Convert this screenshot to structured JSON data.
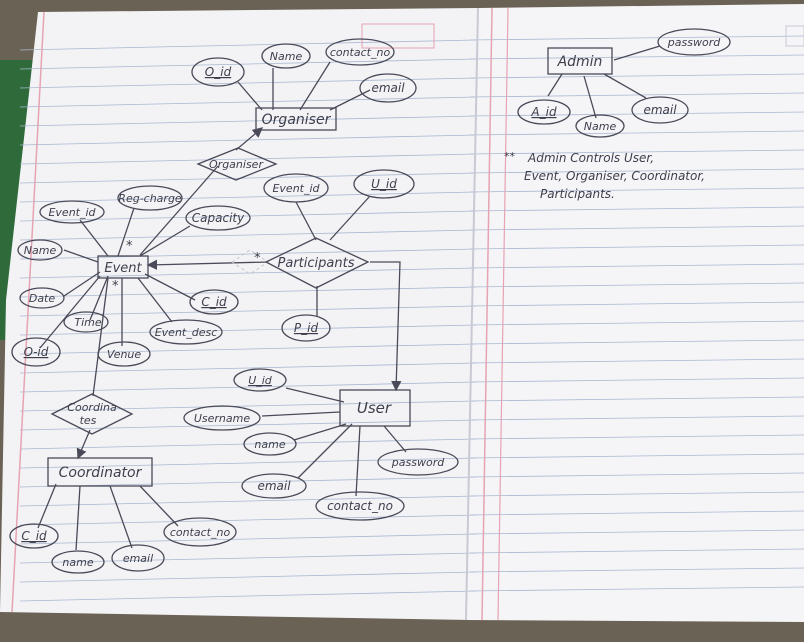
{
  "left_page": {
    "entities": {
      "organiser": "Organiser",
      "event": "Event",
      "user": "User",
      "coordinator": "Coordinator"
    },
    "relationships": {
      "organiser_rel": "Organiser",
      "participants_rel": "Participants",
      "coordinates_rel_line1": "Coordina",
      "coordinates_rel_line2": "tes"
    },
    "organiser_attributes": {
      "o_id": "O_id",
      "name": "Name",
      "contact_no": "contact_no",
      "email": "email"
    },
    "event_attributes": {
      "event_id": "Event_id",
      "reg_charge": "Reg-charge",
      "capacity": "Capacity",
      "name": "Name",
      "date": "Date",
      "time": "Time",
      "o_id": "O-id",
      "venue": "Venue",
      "event_desc": "Event_desc",
      "c_id": "C_id"
    },
    "participants_attributes": {
      "event_id": "Event_id",
      "u_id": "U_id",
      "p_id": "P_id"
    },
    "user_attributes": {
      "u_id": "U_id",
      "username": "Username",
      "name": "name",
      "email": "email",
      "contact_no": "contact_no",
      "password": "password"
    },
    "coordinator_attributes": {
      "c_id": "C_id",
      "name": "name",
      "email": "email",
      "contact_no": "contact_no"
    },
    "marks": {
      "star1": "*",
      "star2": "*",
      "star3": "*"
    }
  },
  "right_page": {
    "entity": "Admin",
    "attributes": {
      "password": "password",
      "a_id": "A_id",
      "name": "Name",
      "email": "email"
    },
    "note_marker": "**",
    "note_line1": "Admin Controls User,",
    "note_line2": "Event, Organiser, Coordinator,",
    "note_line3": "Participants."
  },
  "colors": {
    "paper": "#f3f3f6",
    "ink": "#4a4a58",
    "rule_line": "#a9b7cf",
    "margin_line": "#e6a3b3"
  }
}
